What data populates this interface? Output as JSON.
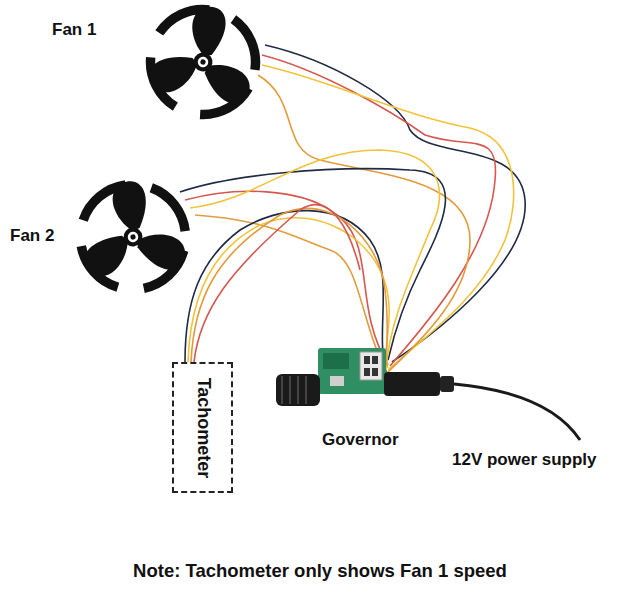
{
  "diagram": {
    "nodes": [
      {
        "text": [
          "Tachometer"
        ]
      }
    ],
    "labels": [
      "Fan 1",
      "Fan 2",
      "Governor",
      "12V power supply",
      "Note: Tachometer only shows Fan 1 speed"
    ]
  }
}
